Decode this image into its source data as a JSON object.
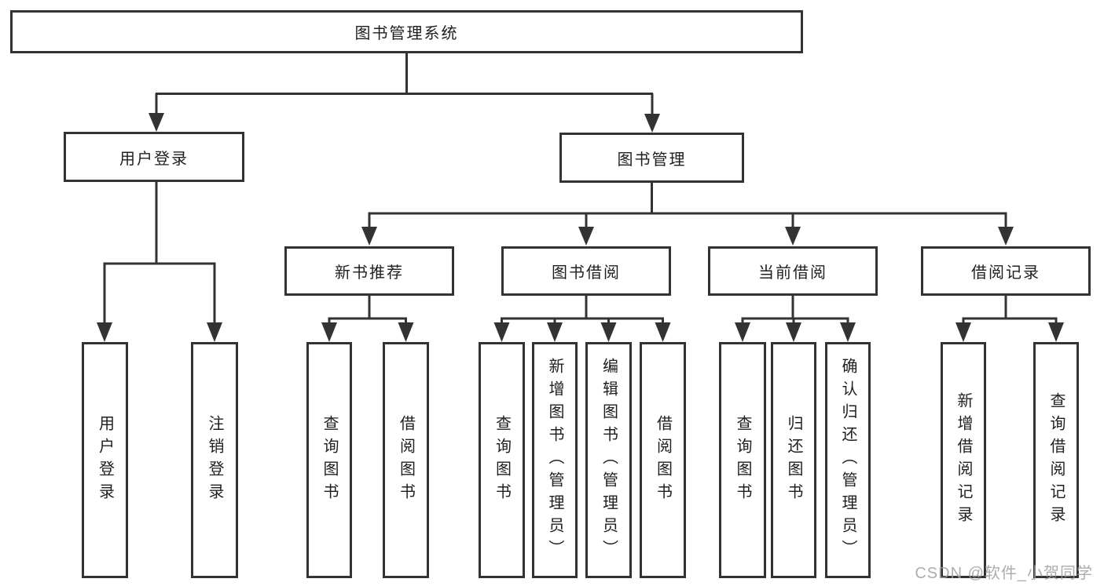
{
  "tree": {
    "root": {
      "label": "图书管理系统",
      "children": [
        {
          "label": "用户登录",
          "children": [
            {
              "label": "用户登录"
            },
            {
              "label": "注销登录"
            }
          ]
        },
        {
          "label": "图书管理",
          "children": [
            {
              "label": "新书推荐",
              "children": [
                {
                  "label": "查询图书"
                },
                {
                  "label": "借阅图书"
                }
              ]
            },
            {
              "label": "图书借阅",
              "children": [
                {
                  "label": "查询图书"
                },
                {
                  "label": "新增图书（管理员）"
                },
                {
                  "label": "编辑图书（管理员）"
                },
                {
                  "label": "借阅图书"
                }
              ]
            },
            {
              "label": "当前借阅",
              "children": [
                {
                  "label": "查询图书"
                },
                {
                  "label": "归还图书"
                },
                {
                  "label": "确认归还（管理员）"
                }
              ]
            },
            {
              "label": "借阅记录",
              "children": [
                {
                  "label": "新增借阅记录"
                },
                {
                  "label": "查询借阅记录"
                }
              ]
            }
          ]
        }
      ]
    }
  },
  "watermark": "CSDN @软件_小贺同学",
  "colors": {
    "line": "#333333",
    "text": "#1f1f1f",
    "background": "#ffffff",
    "watermark": "#9f9f9f"
  }
}
